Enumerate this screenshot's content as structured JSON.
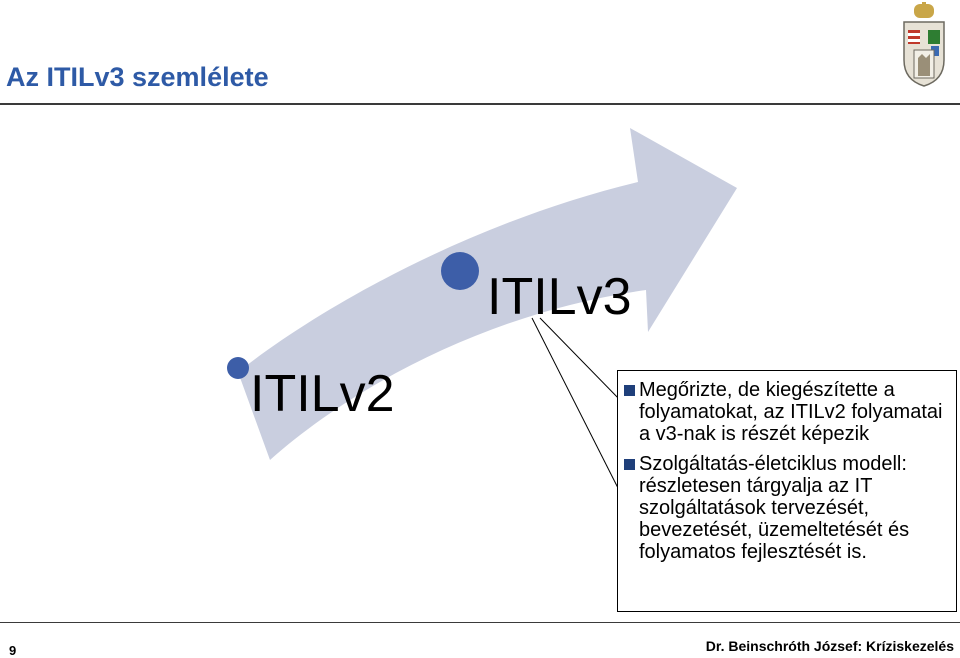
{
  "slide": {
    "title": "Az ITILv3 szemlélete",
    "stage_left": "ITILv2",
    "stage_right": "ITILv3",
    "bullets": [
      "Megőrizte, de kiegészítette a folyamatokat, az ITILv2 folyamatai a v3-nak is részét képezik",
      "Szolgáltatás-életciklus modell: részletesen tárgyalja az IT szolgáltatások tervezését, bevezetését, üzemeltetését és folyamatos fejlesztését is."
    ]
  },
  "footer": {
    "page_number": "9",
    "author": "Dr. Beinschróth József: Kríziskezelés"
  },
  "colors": {
    "title": "#2e5aa6",
    "arrow": "#c9cedf",
    "dot": "#3d5ea8",
    "bullet": "#1f3f7a"
  },
  "icons": {
    "crest": "coat-of-arms-icon",
    "bullet": "square-bullet-icon"
  }
}
